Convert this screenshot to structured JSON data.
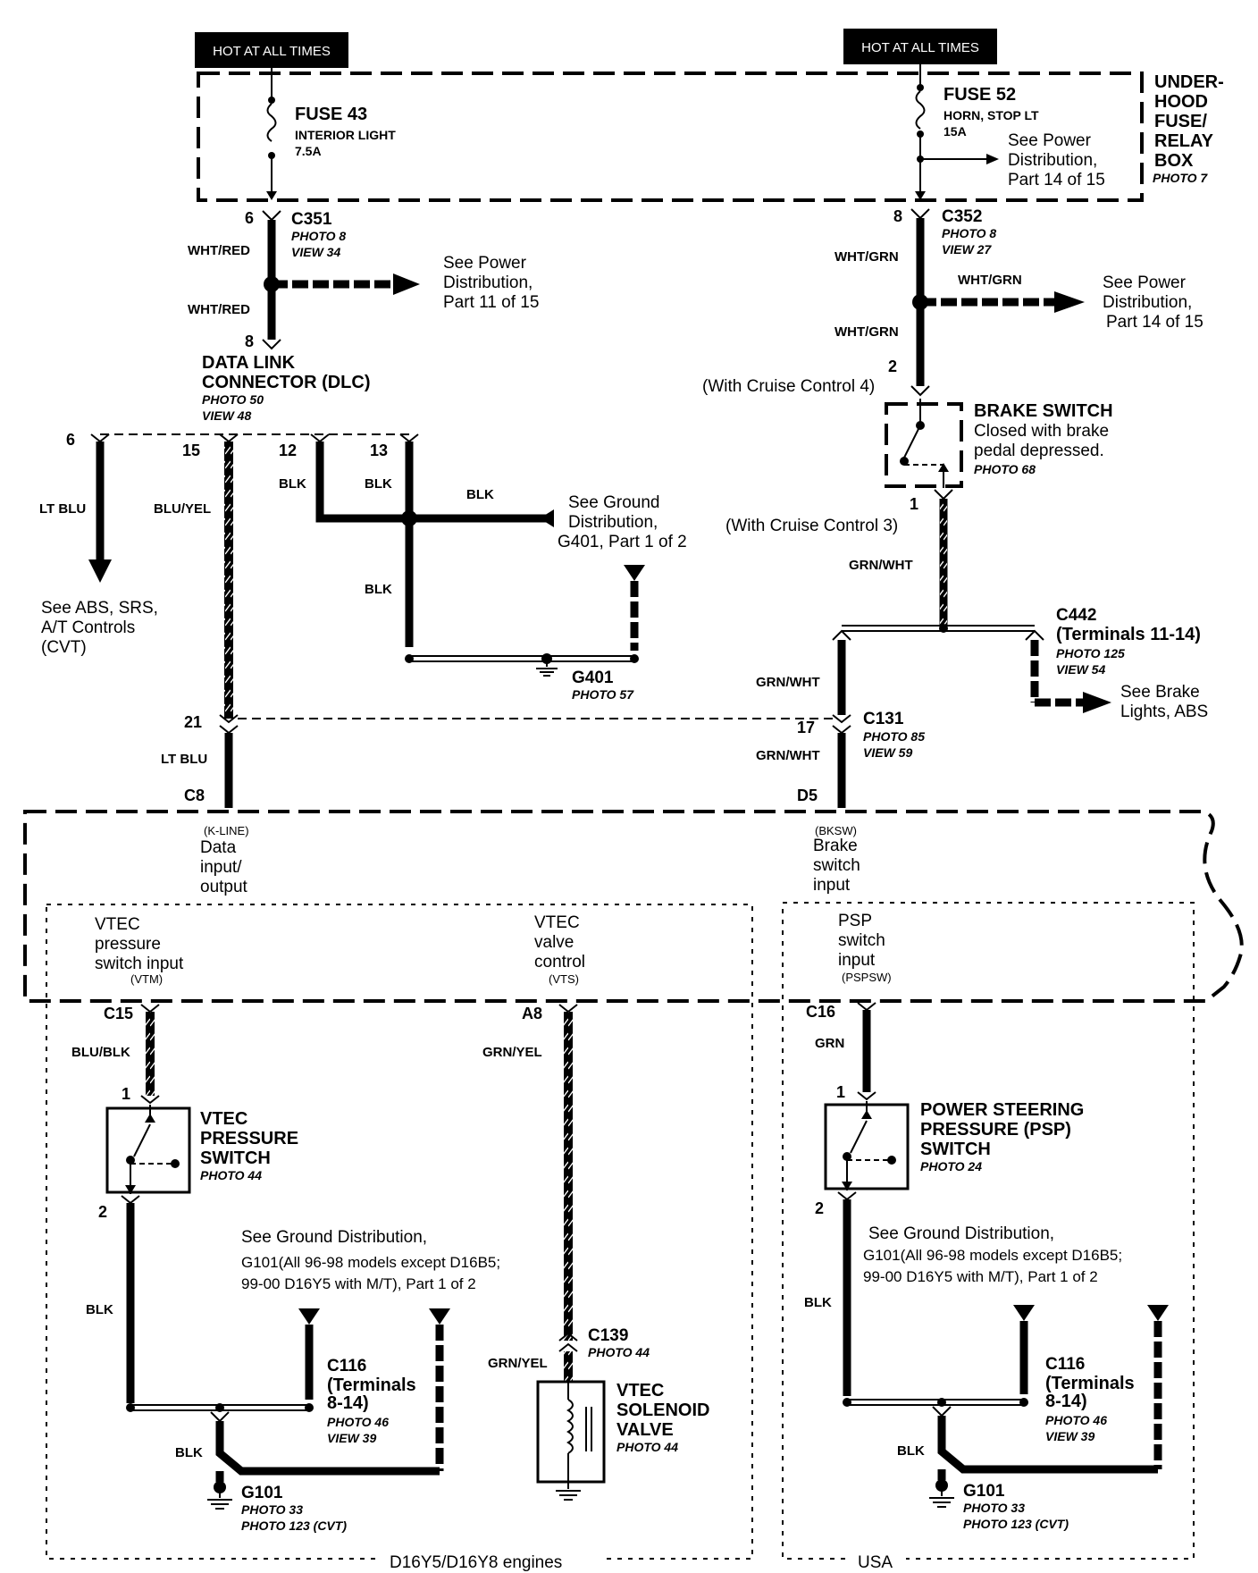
{
  "hot_at_all_times_left": "HOT AT ALL TIMES",
  "hot_at_all_times_right": "HOT AT ALL TIMES",
  "fuse_box": {
    "l1": "UNDER-",
    "l2": "HOOD",
    "l3": "FUSE/",
    "l4": "RELAY",
    "l5": "BOX",
    "photo": "PHOTO 7"
  },
  "fuse43": {
    "name": "FUSE  43",
    "desc": "INTERIOR LIGHT",
    "rating": "7.5A"
  },
  "fuse52": {
    "name": "FUSE  52",
    "desc": "HORN, STOP LT",
    "rating": "15A"
  },
  "ref_pd14a": {
    "l1": "See Power",
    "l2": "Distribution,",
    "l3": "Part 14 of 15"
  },
  "c351": {
    "name": "C351",
    "photo": "PHOTO 8",
    "view": "VIEW 34",
    "pin_in": "6",
    "pin_out": "8"
  },
  "c352": {
    "name": "C352",
    "photo": "PHOTO 8",
    "view": "VIEW 27",
    "pin": "8"
  },
  "wires": {
    "wht_red_1": "WHT/RED",
    "wht_red_2": "WHT/RED",
    "wht_grn_1": "WHT/GRN",
    "wht_grn_2": "WHT/GRN",
    "wht_grn_3": "WHT/GRN",
    "lt_blu_1": "LT BLU",
    "blu_yel": "BLU/YEL",
    "blk_12": "BLK",
    "blk_13": "BLK",
    "blk_h": "BLK",
    "blk_v": "BLK",
    "grn_wht_1": "GRN/WHT",
    "grn_wht_2": "GRN/WHT",
    "grn_wht_3": "GRN/WHT",
    "lt_blu_2": "LT BLU",
    "blu_blk": "BLU/BLK",
    "grn_yel_1": "GRN/YEL",
    "grn_yel_2": "GRN/YEL",
    "grn": "GRN",
    "blk_l1": "BLK",
    "blk_l2": "BLK",
    "blk_r1": "BLK",
    "blk_r2": "BLK"
  },
  "ref_pd11": {
    "l1": "See Power",
    "l2": "Distribution,",
    "l3": "Part 11 of 15"
  },
  "ref_pd14b": {
    "l1": "See Power",
    "l2": "Distribution,",
    "l3": "Part 14 of 15"
  },
  "dlc": {
    "l1": "DATA LINK",
    "l2": "CONNECTOR (DLC)",
    "photo": "PHOTO 50",
    "view": "VIEW 48",
    "p6": "6",
    "p15": "15",
    "p12": "12",
    "p13": "13"
  },
  "brake_switch": {
    "name": "BRAKE SWITCH",
    "d1": "Closed with brake",
    "d2": "pedal depressed.",
    "photo": "PHOTO 68",
    "pin_top": "2",
    "pin_top_note": "(With Cruise Control 4)",
    "pin_bot": "1",
    "pin_bot_note": "(With Cruise Control 3)"
  },
  "ref_ground_g401": {
    "l1": "See Ground",
    "l2": "Distribution,",
    "l3": "G401, Part 1 of 2"
  },
  "ref_abs": {
    "l1": "See ABS, SRS,",
    "l2": "A/T Controls",
    "l3": "(CVT)"
  },
  "g401": {
    "name": "G401",
    "photo": "PHOTO 57"
  },
  "c442": {
    "name": "C442",
    "terms": "(Terminals 11-14)",
    "photo": "PHOTO 125",
    "view": "VIEW 54"
  },
  "ref_brake_lights": {
    "l1": "See Brake",
    "l2": "Lights, ABS"
  },
  "c131": {
    "name": "C131",
    "photo": "PHOTO 85",
    "view": "VIEW 59",
    "p21": "21",
    "p17": "17"
  },
  "ecm": {
    "c8": "C8",
    "d5": "D5",
    "kline": "(K-LINE)",
    "data1": "Data",
    "data2": "input/",
    "data3": "output",
    "bksw": "(BKSW)",
    "brk1": "Brake",
    "brk2": "switch",
    "brk3": "input",
    "vtm1": "VTEC",
    "vtm2": "pressure",
    "vtm3": "switch input",
    "vtm4": "(VTM)",
    "vts1": "VTEC",
    "vts2": "valve",
    "vts3": "control",
    "vts4": "(VTS)",
    "psp1": "PSP",
    "psp2": "switch",
    "psp3": "input",
    "psp4": "(PSPSW)",
    "c15": "C15",
    "a8": "A8",
    "c16": "C16"
  },
  "vtec_ps": {
    "l1": "VTEC",
    "l2": "PRESSURE",
    "l3": "SWITCH",
    "photo": "PHOTO 44",
    "p1": "1",
    "p2": "2"
  },
  "ref_g101_l": {
    "l1": "See Ground Distribution,",
    "l2": "G101(All 96-98 models except D16B5;",
    "l3": "99-00 D16Y5 with M/T), Part 1 of 2"
  },
  "ref_g101_r": {
    "l1": "See Ground Distribution,",
    "l2": "G101(All 96-98 models except D16B5;",
    "l3": "99-00 D16Y5 with M/T), Part 1 of 2"
  },
  "c116_l": {
    "name": "C116",
    "t1": "(Terminals",
    "t2": "8-14)",
    "photo": "PHOTO 46",
    "view": "VIEW 39"
  },
  "c116_r": {
    "name": "C116",
    "t1": "(Terminals",
    "t2": "8-14)",
    "photo": "PHOTO 46",
    "view": "VIEW 39"
  },
  "g101_l": {
    "name": "G101",
    "photo1": "PHOTO 33",
    "photo2": "PHOTO 123 (CVT)"
  },
  "g101_r": {
    "name": "G101",
    "photo1": "PHOTO 33",
    "photo2": "PHOTO 123 (CVT)"
  },
  "c139": {
    "name": "C139",
    "photo": "PHOTO 44"
  },
  "vtec_sol": {
    "l1": "VTEC",
    "l2": "SOLENOID",
    "l3": "VALVE",
    "photo": "PHOTO 44"
  },
  "psp_sw": {
    "l1": "POWER STEERING",
    "l2": "PRESSURE (PSP)",
    "l3": "SWITCH",
    "photo": "PHOTO 24",
    "p1": "1",
    "p2": "2"
  },
  "engines_label": "D16Y5/D16Y8 engines",
  "usa_label": "USA"
}
